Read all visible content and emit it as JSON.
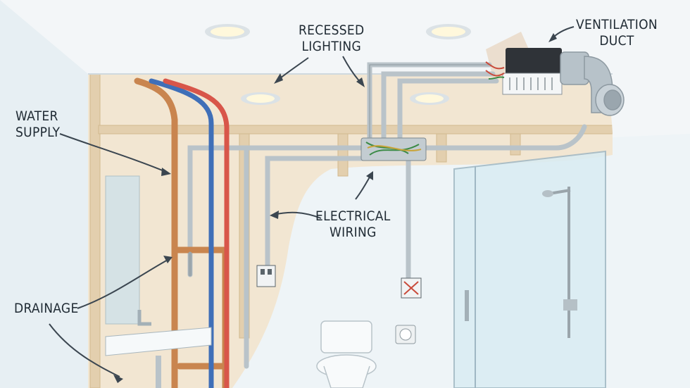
{
  "labels": {
    "recessed_lighting": [
      "RECESSED",
      "LIGHTING"
    ],
    "ventilation_duct": [
      "VENTILATION",
      "DUCT"
    ],
    "water_supply": [
      "WATER",
      "SUPPLY"
    ],
    "electrical_wiring": [
      "ELECTRICAL",
      "WIRING"
    ],
    "drainage": "DRAINAGE"
  },
  "colors": {
    "hot_water": "#d8564a",
    "cold_water": "#3f6fb8",
    "copper": "#c9854f",
    "conduit": "#b9c3c9",
    "framing": "#e6d4b8",
    "ceiling": "#f3f6f8",
    "glass": "#d9ecf3"
  }
}
